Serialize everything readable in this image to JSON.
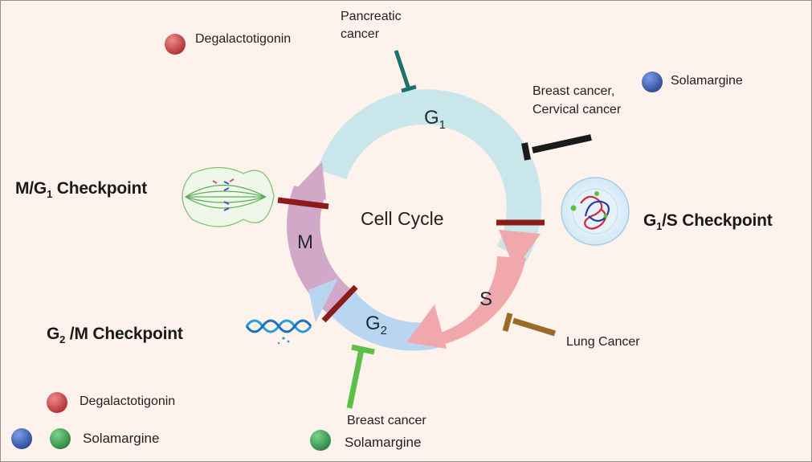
{
  "center_label": "Cell Cycle",
  "phases": {
    "g1": {
      "main": "G",
      "sub": "1"
    },
    "s": "S",
    "g2": {
      "main": "G",
      "sub": "2"
    },
    "m": "M"
  },
  "checkpoints": {
    "m_g1": {
      "pre": "M/G",
      "sub": "1",
      "post": " Checkpoint"
    },
    "g1_s": {
      "pre": "G",
      "sub": "1",
      "post": "/S Checkpoint"
    },
    "g2_m": {
      "pre": "G",
      "sub": "2",
      "post": " /M Checkpoint"
    }
  },
  "cancers": {
    "pancreatic": [
      "Pancreatic",
      "cancer"
    ],
    "breast_cervical": [
      "Breast cancer,",
      "Cervical cancer"
    ],
    "lung": "Lung Cancer",
    "breast": "Breast cancer"
  },
  "compounds": {
    "top_left": "Degalactotigonin",
    "top_right": "Solamargine",
    "bottom_degal": "Degalactotigonin",
    "bottom_sola": "Solamargine",
    "bottom_center": "Solamargine"
  },
  "colors": {
    "background": "#fdf2ec",
    "g1_arc": "#c9e6ea",
    "s_arc": "#f0a8ad",
    "g2_arc": "#b8d6ef",
    "m_arc": "#d2a8c9",
    "checkpoint_bar": "#8b1c1c",
    "pancreatic_inhibitor": "#1e7268",
    "breast_cervical_inhibitor": "#1a1a1a",
    "lung_inhibitor": "#9a6a26",
    "breast_inhibitor": "#5cbf46",
    "red_ball": "#b81e1e",
    "blue_ball": "#1d3f9e",
    "green_ball": "#1f8a3a"
  }
}
